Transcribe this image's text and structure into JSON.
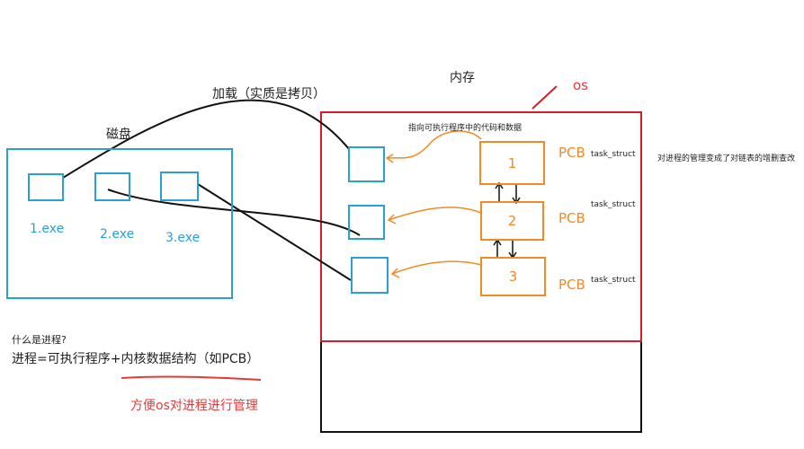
{
  "disk": {
    "title": "磁盘",
    "files": [
      "1.exe",
      "2.exe",
      "3.exe"
    ]
  },
  "load_label": "加载（实质是拷贝）",
  "memory": {
    "title": "内存",
    "os_label": "os",
    "pointer_note": "指向可执行程序中的代码和数据",
    "pcb_label": "PCB",
    "task_struct_label": "task_struct",
    "pcbs": [
      "1",
      "2",
      "3"
    ],
    "side_note": "对进程的管理变成了对链表的增删查改"
  },
  "notes": {
    "question": "什么是进程?",
    "definition": "进程=可执行程序+内核数据结构（如PCB）",
    "purpose": "方便os对进程进行管理"
  },
  "colors": {
    "blue": "#2a9fd6",
    "orange": "#f08a24",
    "red": "#d01f2b",
    "black": "#000000"
  }
}
